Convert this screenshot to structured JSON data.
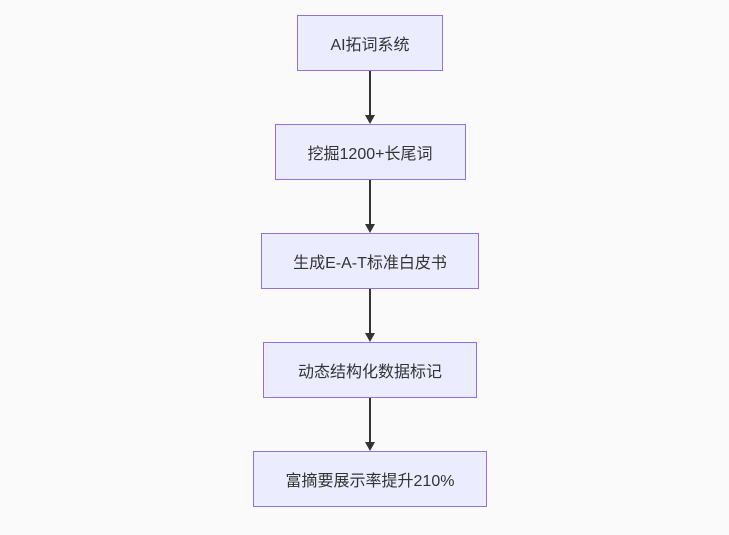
{
  "flowchart": {
    "type": "flowchart",
    "direction": "top-down",
    "nodes": [
      {
        "id": "A",
        "label": "AI拓词系统"
      },
      {
        "id": "B",
        "label": "挖掘1200+长尾词"
      },
      {
        "id": "C",
        "label": "生成E-A-T标准白皮书"
      },
      {
        "id": "D",
        "label": "动态结构化数据标记"
      },
      {
        "id": "E",
        "label": "富摘要展示率提升210%"
      }
    ],
    "edges": [
      {
        "from": "A",
        "to": "B"
      },
      {
        "from": "B",
        "to": "C"
      },
      {
        "from": "C",
        "to": "D"
      },
      {
        "from": "D",
        "to": "E"
      }
    ],
    "colors": {
      "node_fill": "#ECECFF",
      "node_border": "#9370DB",
      "node_text": "#333333",
      "arrow": "#333333",
      "background": "#fafafa"
    }
  }
}
